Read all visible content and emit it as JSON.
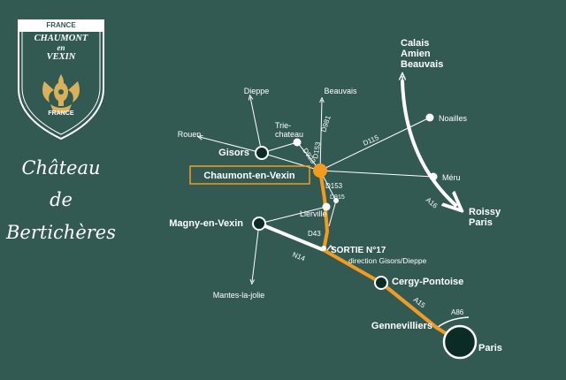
{
  "crest": {
    "country": "FRANCE",
    "town_line1": "CHAUMONT",
    "town_line2": "en",
    "town_line3": "VEXIN",
    "bottom": "FRANCE",
    "colors": {
      "shield": "#ffffff",
      "emblem": "#d9b15a"
    }
  },
  "title": {
    "line1": "Château",
    "line2": "de",
    "line3": "Bertichères"
  },
  "colors": {
    "background": "#325a52",
    "route": "#f29b1e",
    "road": "#ffffff",
    "town": "#0b2c24"
  },
  "places": {
    "gisors": "Gisors",
    "chaumont": "Chaumont-en-Vexin",
    "magny": "Magny-en-Vexin",
    "cergy": "Cergy-Pontoise",
    "gennevilliers": "Gennevilliers",
    "paris": "Paris",
    "dieppe": "Dieppe",
    "beauvais": "Beauvais",
    "rouen": "Rouen",
    "triechateau_1": "Trie-",
    "triechateau_2": "chateau",
    "noailles": "Noailles",
    "meru": "Méru",
    "lierville": "Lierville",
    "mantes": "Mantes-la-jolie",
    "north_1": "Calais",
    "north_2": "Amien",
    "north_3": "Beauvais",
    "roissy_1": "Roissy",
    "roissy_2": "Paris"
  },
  "roads": {
    "d981": "D981",
    "d153_north": "D153",
    "d923": "D923",
    "d115": "D115",
    "d153_south": "D153",
    "d915": "D915",
    "d43": "D43",
    "n14": "N14",
    "a15": "A15",
    "a86": "A86",
    "a16": "A16"
  },
  "exit": {
    "label": "SORTIE N°17",
    "direction": "direction Gisors/Dieppe"
  }
}
